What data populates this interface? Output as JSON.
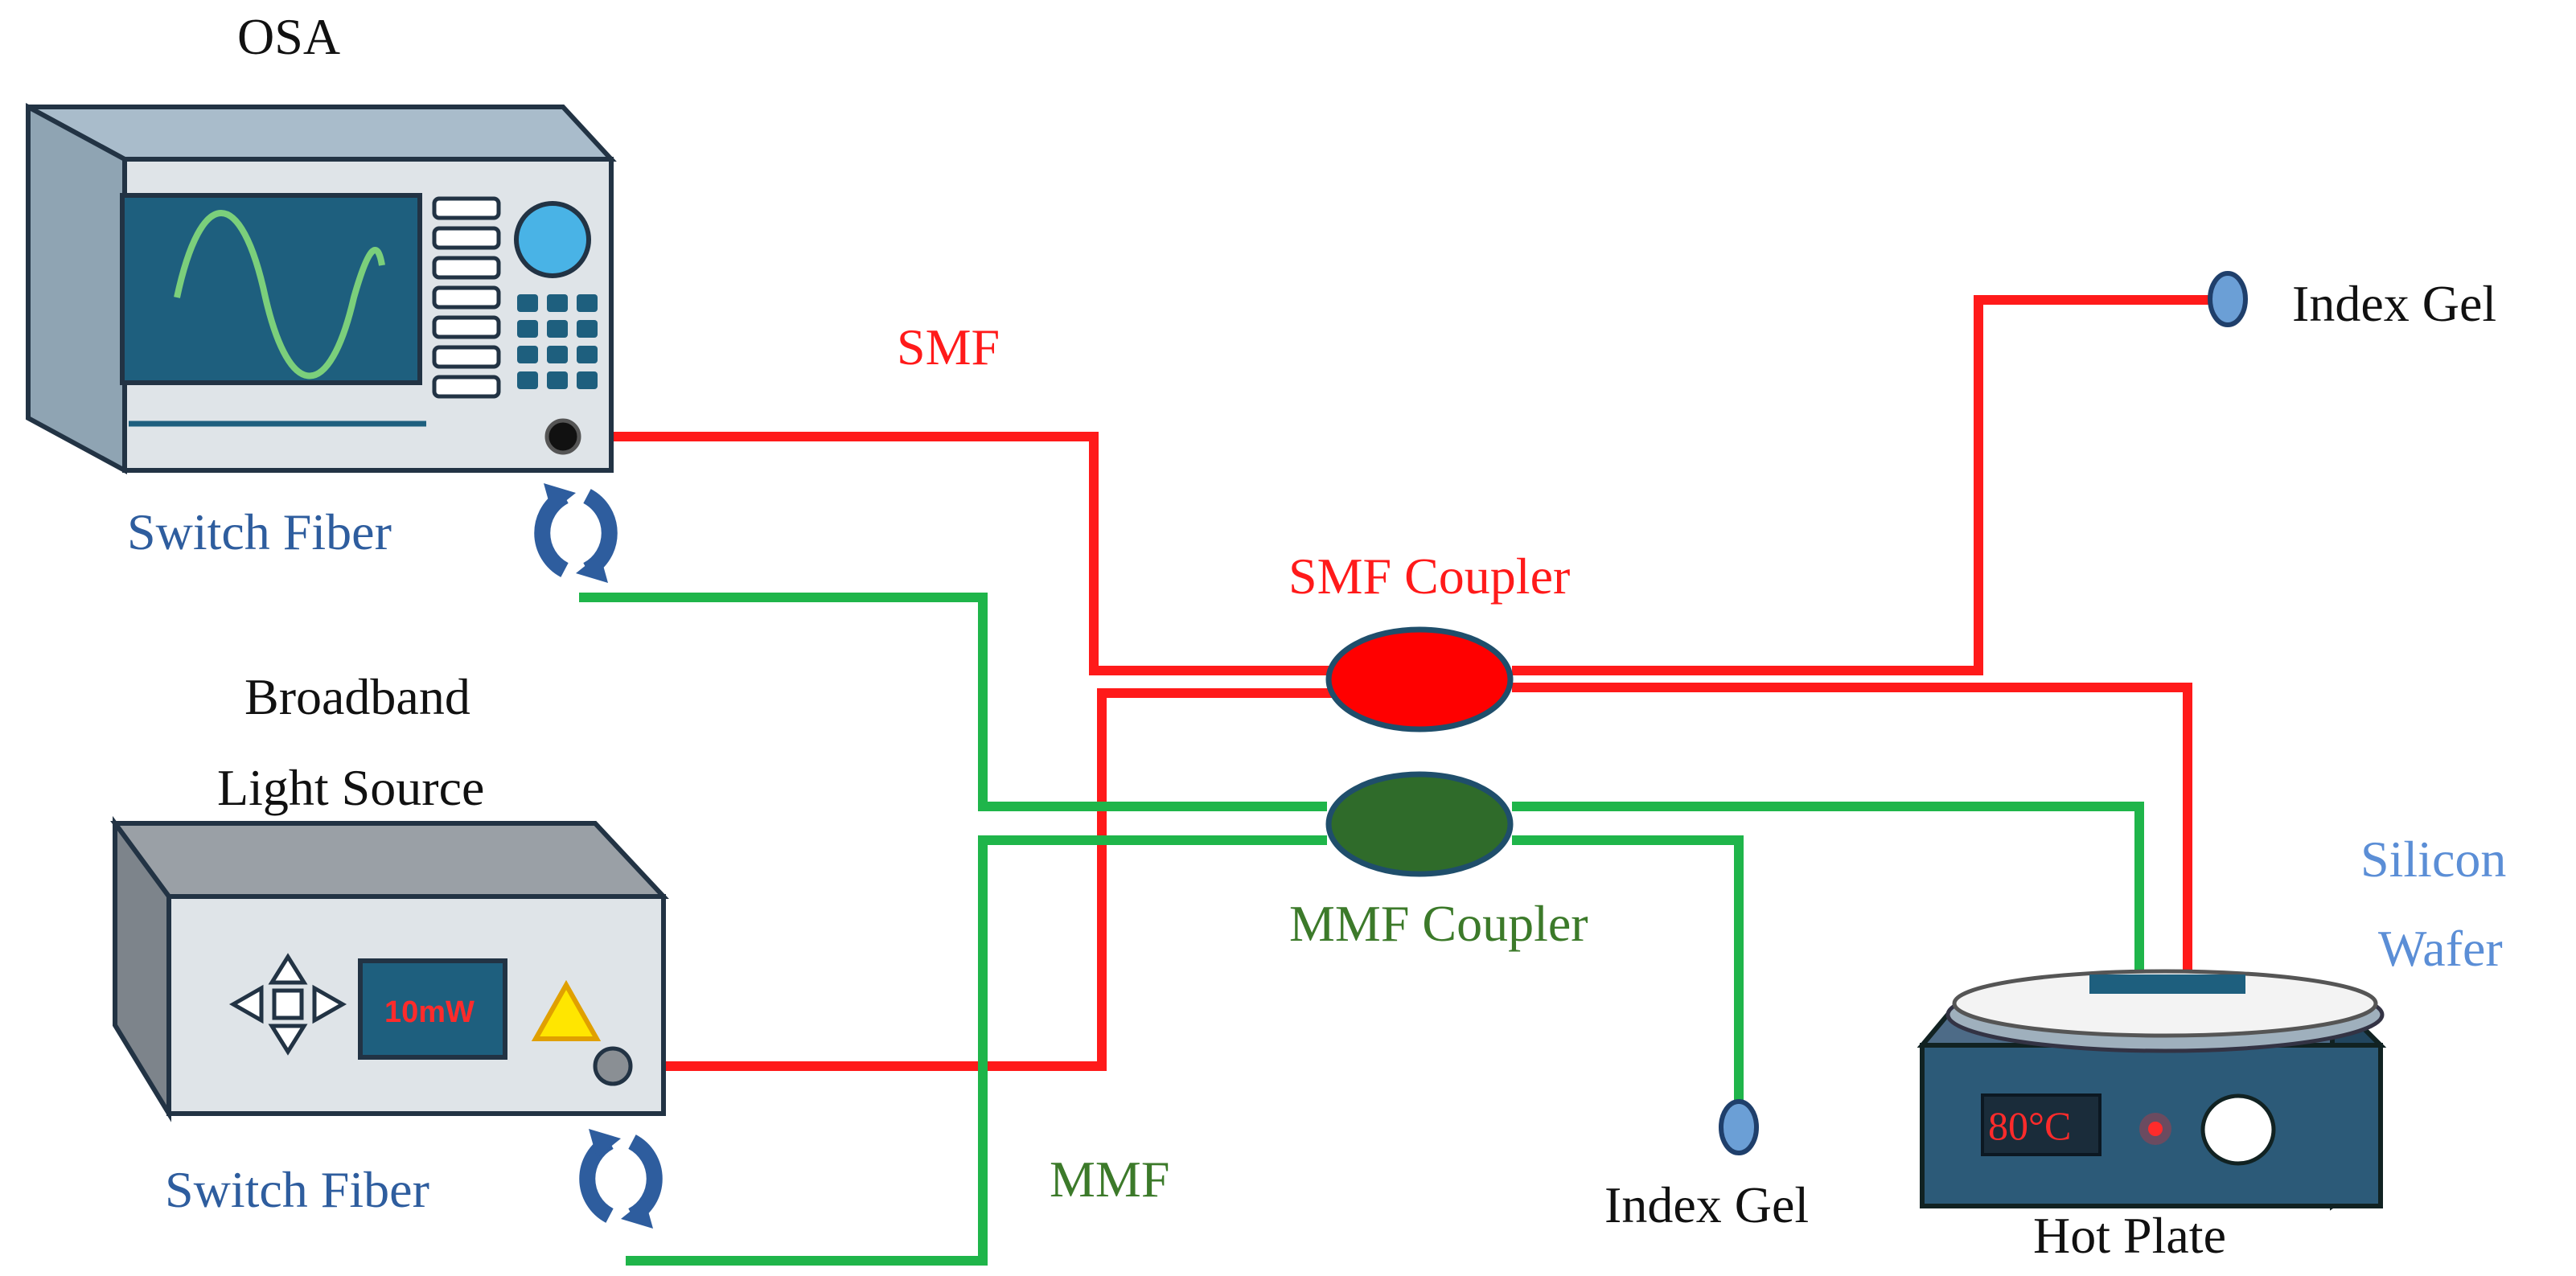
{
  "labels": {
    "osa": "OSA",
    "switch_fiber_top": "Switch Fiber",
    "switch_fiber_bottom": "Switch Fiber",
    "bbls_line1": "Broadband",
    "bbls_line2": "Light Source",
    "smf": "SMF",
    "mmf": "MMF",
    "smf_coupler": "SMF Coupler",
    "mmf_coupler": "MMF Coupler",
    "index_gel_top": "Index Gel",
    "index_gel_bottom": "Index Gel",
    "silicon_line1": "Silicon",
    "silicon_line2": "Wafer",
    "hot_plate": "Hot Plate",
    "power_display": "10mW",
    "temp_display": "80°C"
  },
  "colors": {
    "smf_fiber": "#ff1a1a",
    "mmf_fiber": "#1fb54a",
    "smf_label": "#ff1a1a",
    "mmf_label": "#3c7a2a",
    "switch_label": "#2e5d9e",
    "silicon_label": "#5b8ed6",
    "text": "#111111",
    "instrument_dark": "#1f5a78"
  },
  "icons": [
    "switch-arrows-icon",
    "warning-triangle-icon",
    "direction-pad-icon",
    "sine-wave-icon"
  ]
}
